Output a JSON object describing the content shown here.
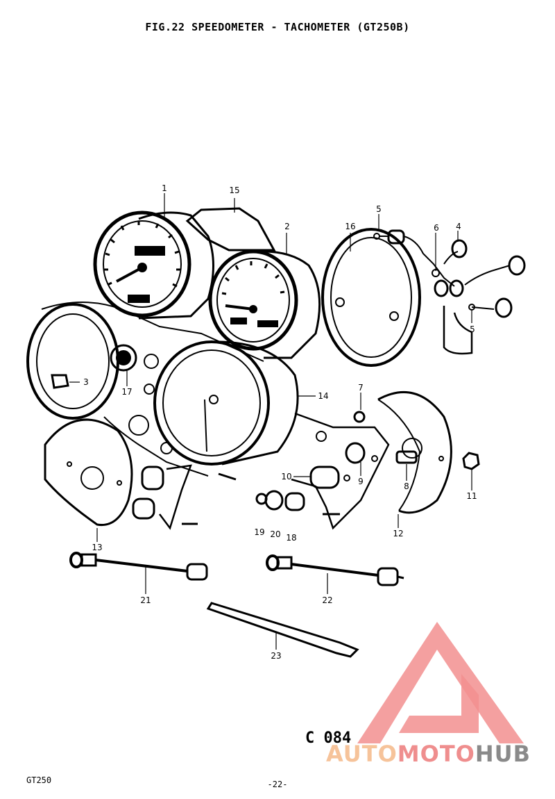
{
  "title": "FIG.22  SPEEDOMETER - TACHOMETER (GT250B)",
  "footer": {
    "model": "GT250",
    "page": "-22-",
    "code": "C 084"
  },
  "watermark": {
    "part1": "AUTO",
    "part2": "MOTO",
    "part3": "HUB",
    "colors": [
      "#f6c39a",
      "#ef8e8e",
      "#8a8a8a"
    ]
  },
  "parts": [
    {
      "id": "1"
    },
    {
      "id": "2"
    },
    {
      "id": "3"
    },
    {
      "id": "4"
    },
    {
      "id": "5"
    },
    {
      "id": "5"
    },
    {
      "id": "6"
    },
    {
      "id": "7"
    },
    {
      "id": "8"
    },
    {
      "id": "9"
    },
    {
      "id": "10"
    },
    {
      "id": "11"
    },
    {
      "id": "12"
    },
    {
      "id": "13"
    },
    {
      "id": "14"
    },
    {
      "id": "15"
    },
    {
      "id": "16"
    },
    {
      "id": "17"
    },
    {
      "id": "18"
    },
    {
      "id": "19"
    },
    {
      "id": "20"
    },
    {
      "id": "21"
    },
    {
      "id": "22"
    },
    {
      "id": "23"
    }
  ]
}
